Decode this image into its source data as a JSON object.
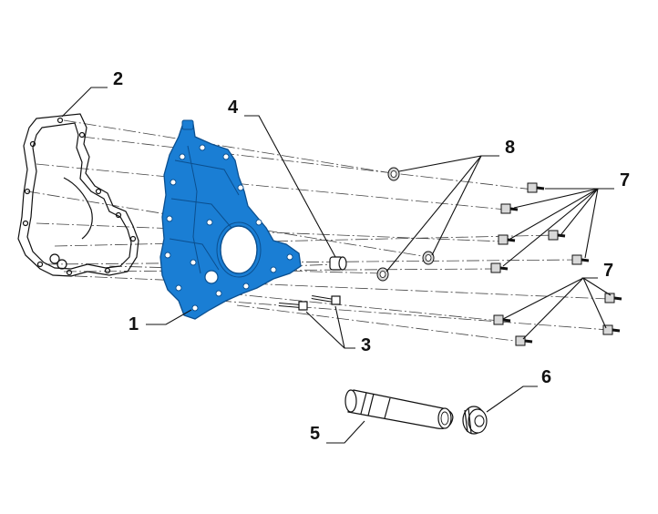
{
  "colors": {
    "highlight": "#1a7ed4",
    "highlight_dark": "#0b4f8f",
    "ink": "#111111"
  },
  "callouts": {
    "c1": "1",
    "c2": "2",
    "c3": "3",
    "c4": "4",
    "c5": "5",
    "c6": "6",
    "c7a": "7",
    "c7b": "7",
    "c8": "8"
  },
  "parts": [
    {
      "number": "1",
      "item": "timing-cover",
      "highlighted": true
    },
    {
      "number": "2",
      "item": "gasket"
    },
    {
      "number": "3",
      "item": "long-bolts"
    },
    {
      "number": "4",
      "item": "plug"
    },
    {
      "number": "5",
      "item": "sleeve"
    },
    {
      "number": "6",
      "item": "threaded-plug"
    },
    {
      "number": "7",
      "item": "bolts"
    },
    {
      "number": "8",
      "item": "dowel-pins"
    }
  ]
}
